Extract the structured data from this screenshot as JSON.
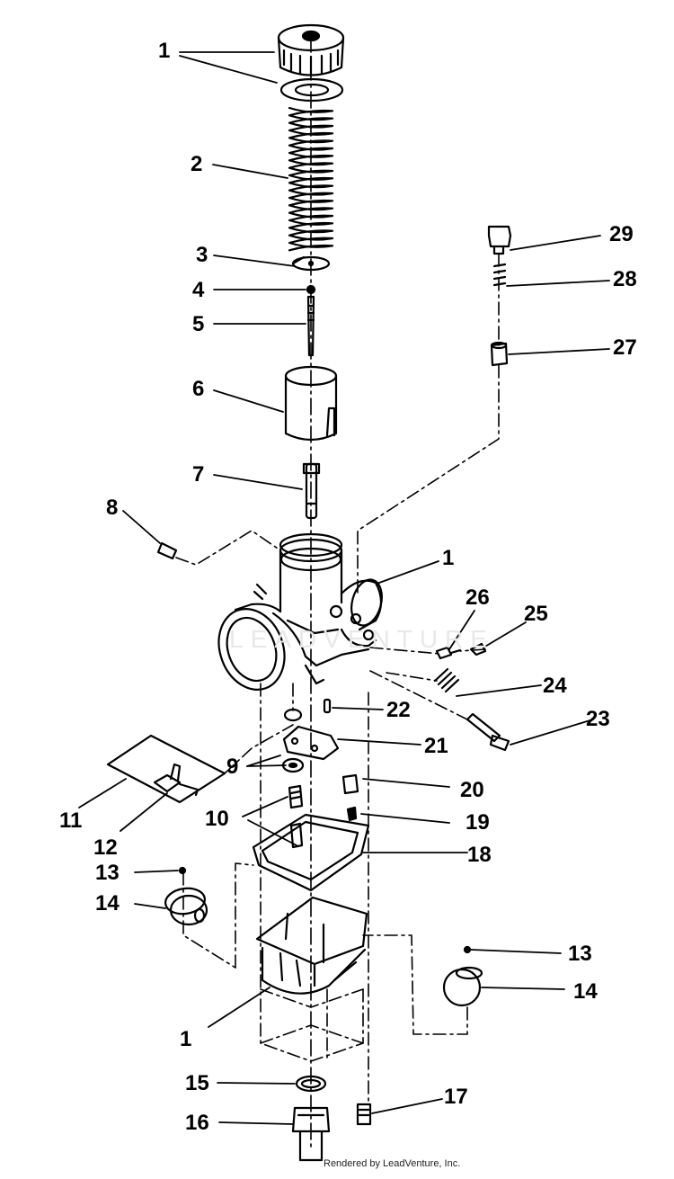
{
  "diagram": {
    "watermark": "LEADVENTURE",
    "footer": "Rendered by LeadVenture, Inc.",
    "callouts": [
      "1",
      "1",
      "2",
      "3",
      "4",
      "5",
      "6",
      "7",
      "8",
      "1",
      "26",
      "25",
      "22",
      "24",
      "23",
      "21",
      "9",
      "20",
      "19",
      "10",
      "18",
      "11",
      "12",
      "13",
      "14",
      "13",
      "14",
      "1",
      "15",
      "16",
      "17",
      "29",
      "28",
      "27"
    ],
    "parts": [
      "cap",
      "cap-washer",
      "spring",
      "clip-plate",
      "e-clip",
      "jet-needle",
      "throttle-valve",
      "needle-jet",
      "vent-tube",
      "carburetor-body",
      "idle-screw",
      "pilot-screw",
      "throttle-stop",
      "float-arm",
      "main-jet",
      "pilot-jet",
      "float-bowl-gasket",
      "float-bowl",
      "float",
      "float-pin",
      "drain-plug",
      "bowl-screw",
      "choke-plunger",
      "choke-spring",
      "choke-nut"
    ]
  }
}
